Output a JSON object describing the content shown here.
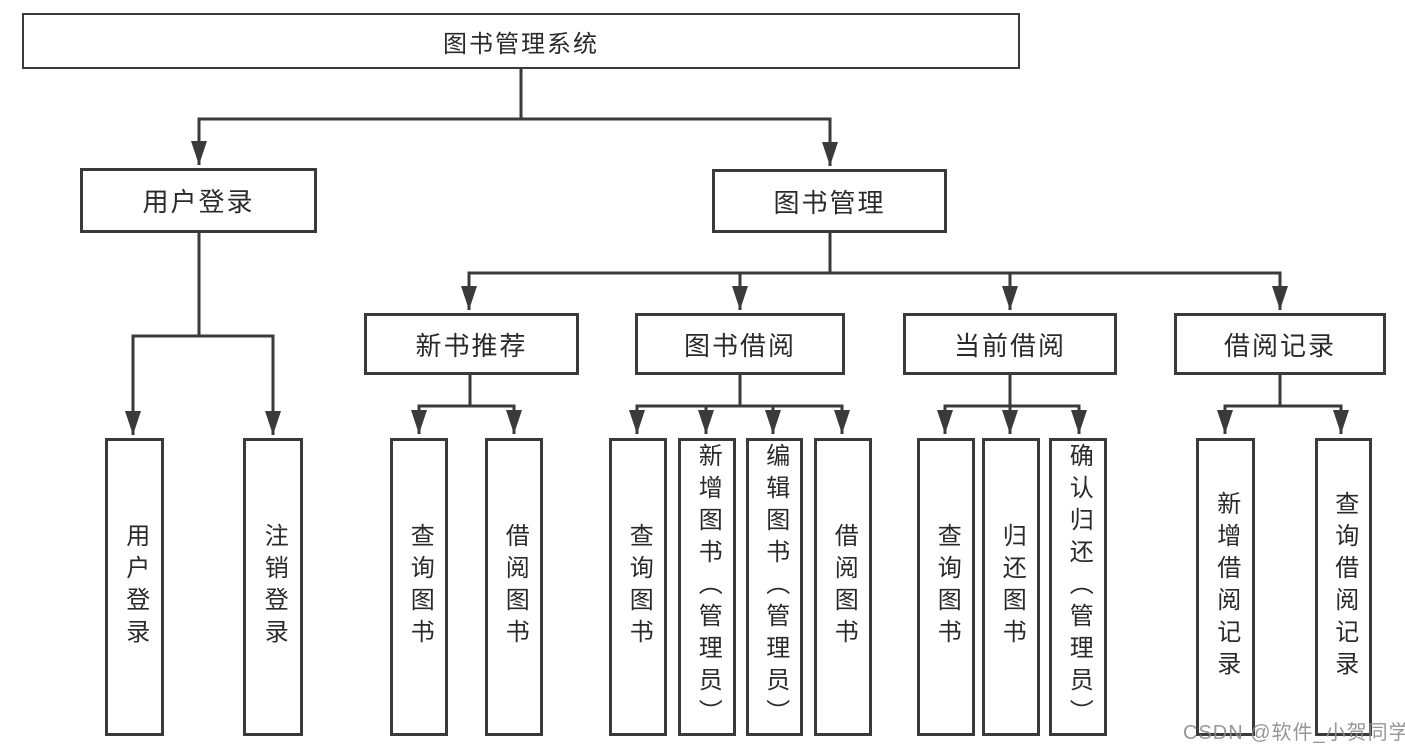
{
  "nodes": {
    "root": "图书管理系统",
    "user_login": "用户登录",
    "book_mgmt": "图书管理",
    "new_book_rec": "新书推荐",
    "book_borrow": "图书借阅",
    "current_borrow": "当前借阅",
    "borrow_record": "借阅记录",
    "leaf_user_login": "用户登录",
    "leaf_logout": "注销登录",
    "leaf_nbr_query": "查询图书",
    "leaf_nbr_borrow": "借阅图书",
    "leaf_bb_query": "查询图书",
    "leaf_bb_add": "新增图书（管理员）",
    "leaf_bb_edit": "编辑图书（管理员）",
    "leaf_bb_borrow": "借阅图书",
    "leaf_cb_query": "查询图书",
    "leaf_cb_return": "归还图书",
    "leaf_cb_confirm": "确认归还（管理员）",
    "leaf_br_add": "新增借阅记录",
    "leaf_br_query": "查询借阅记录"
  },
  "watermark": {
    "text": "CSDN @软件_小贺同学"
  },
  "colors": {
    "line": "#3a3a3a",
    "text": "#2a2a2a",
    "background": "#ffffff",
    "watermark": "#8c8c8c"
  }
}
